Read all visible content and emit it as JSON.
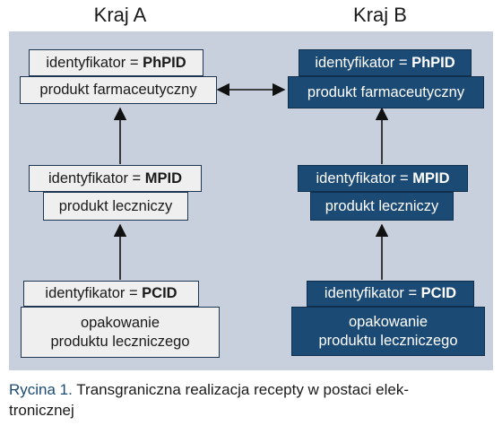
{
  "columns": {
    "a": "Kraj A",
    "b": "Kraj B"
  },
  "id_prefix": "identyfikator = ",
  "levels": {
    "phpid": {
      "id": "PhPID",
      "product": "produkt farmaceutyczny"
    },
    "mpid": {
      "id": "MPID",
      "product": "produkt leczniczy"
    },
    "pcid": {
      "id": "PCID",
      "product_line1": "opakowanie",
      "product_line2": "produktu leczniczego"
    }
  },
  "caption": {
    "label": "Rycina 1.",
    "text_line1": "Transgraniczna realizacja recepty w postaci elek-",
    "text_line2": "tronicznej"
  },
  "colors": {
    "panel": "#c7d0dc",
    "country_a_box": "#efefef",
    "country_b_box": "#1b4a74"
  }
}
